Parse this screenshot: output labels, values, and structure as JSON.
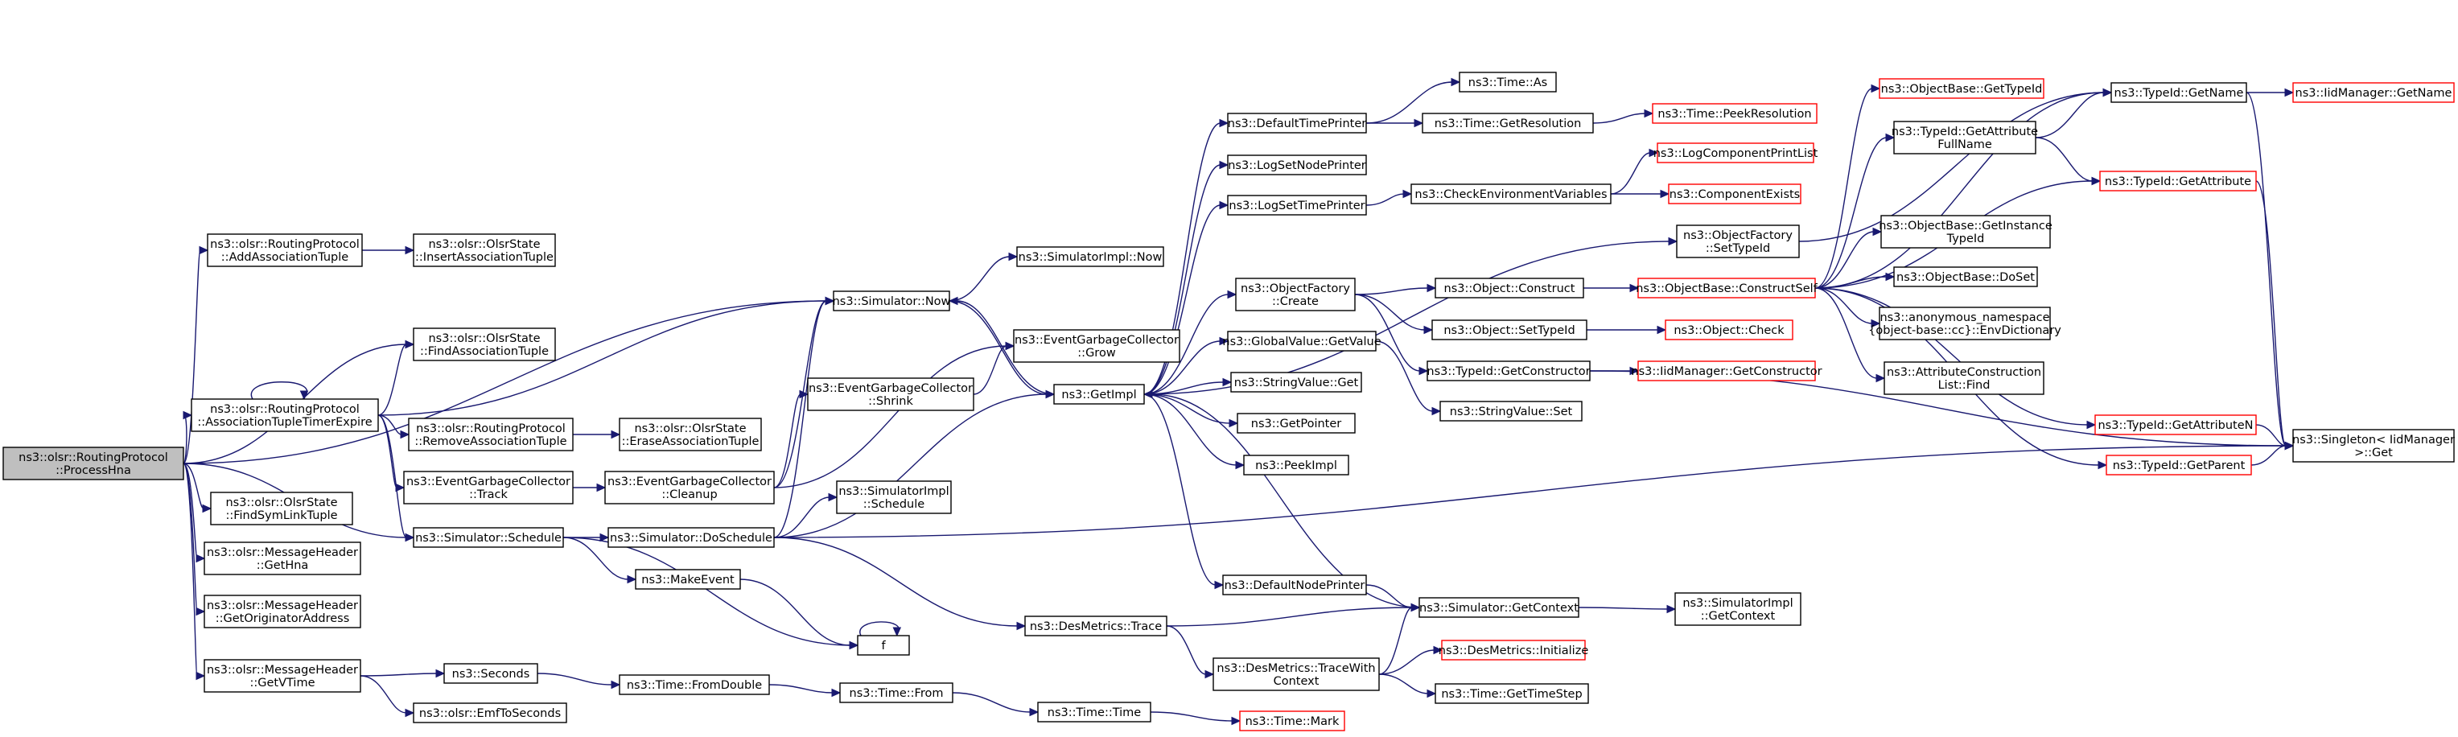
{
  "diagram": {
    "root_color": "#bfbfbf",
    "edge_color": "#191970",
    "truncated_border_color": "#ff0000",
    "nodes": [
      {
        "id": "processHna",
        "lines": [
          "ns3::olsr::RoutingProtocol",
          "::ProcessHna"
        ],
        "root": true
      },
      {
        "id": "addAssoc",
        "lines": [
          "ns3::olsr::RoutingProtocol",
          "::AddAssociationTuple"
        ]
      },
      {
        "id": "insertAssoc",
        "lines": [
          "ns3::olsr::OlsrState",
          "::InsertAssociationTuple"
        ]
      },
      {
        "id": "findAssoc",
        "lines": [
          "ns3::olsr::OlsrState",
          "::FindAssociationTuple"
        ]
      },
      {
        "id": "assocTimer",
        "lines": [
          "ns3::olsr::RoutingProtocol",
          "::AssociationTupleTimerExpire"
        ]
      },
      {
        "id": "removeAssoc",
        "lines": [
          "ns3::olsr::RoutingProtocol",
          "::RemoveAssociationTuple"
        ]
      },
      {
        "id": "eraseAssoc",
        "lines": [
          "ns3::olsr::OlsrState",
          "::EraseAssociationTuple"
        ]
      },
      {
        "id": "egcTrack",
        "lines": [
          "ns3::EventGarbageCollector",
          "::Track"
        ]
      },
      {
        "id": "egcCleanup",
        "lines": [
          "ns3::EventGarbageCollector",
          "::Cleanup"
        ]
      },
      {
        "id": "findSymLink",
        "lines": [
          "ns3::olsr::OlsrState",
          "::FindSymLinkTuple"
        ]
      },
      {
        "id": "getHna",
        "lines": [
          "ns3::olsr::MessageHeader",
          "::GetHna"
        ]
      },
      {
        "id": "getOrig",
        "lines": [
          "ns3::olsr::MessageHeader",
          "::GetOriginatorAddress"
        ]
      },
      {
        "id": "getVTime",
        "lines": [
          "ns3::olsr::MessageHeader",
          "::GetVTime"
        ]
      },
      {
        "id": "seconds",
        "lines": [
          "ns3::Seconds"
        ]
      },
      {
        "id": "emf",
        "lines": [
          "ns3::olsr::EmfToSeconds"
        ]
      },
      {
        "id": "fromDouble",
        "lines": [
          "ns3::Time::FromDouble"
        ]
      },
      {
        "id": "timeFrom",
        "lines": [
          "ns3::Time::From"
        ]
      },
      {
        "id": "timeTime",
        "lines": [
          "ns3::Time::Time"
        ]
      },
      {
        "id": "timeMark",
        "lines": [
          "ns3::Time::Mark"
        ],
        "truncated": true
      },
      {
        "id": "simNow",
        "lines": [
          "ns3::Simulator::Now"
        ]
      },
      {
        "id": "simImplNow",
        "lines": [
          "ns3::SimulatorImpl::Now"
        ]
      },
      {
        "id": "simSchedule",
        "lines": [
          "ns3::Simulator::Schedule"
        ]
      },
      {
        "id": "simDoSchedule",
        "lines": [
          "ns3::Simulator::DoSchedule"
        ]
      },
      {
        "id": "simImplSchedule",
        "lines": [
          "ns3::SimulatorImpl",
          "::Schedule"
        ]
      },
      {
        "id": "makeEvent",
        "lines": [
          "ns3::MakeEvent"
        ]
      },
      {
        "id": "f",
        "lines": [
          "f"
        ]
      },
      {
        "id": "egcShrink",
        "lines": [
          "ns3::EventGarbageCollector",
          "::Shrink"
        ]
      },
      {
        "id": "egcGrow",
        "lines": [
          "ns3::EventGarbageCollector",
          "::Grow"
        ]
      },
      {
        "id": "getImpl",
        "lines": [
          "ns3::GetImpl"
        ]
      },
      {
        "id": "desTrace",
        "lines": [
          "ns3::DesMetrics::Trace"
        ]
      },
      {
        "id": "desTraceWith",
        "lines": [
          "ns3::DesMetrics::TraceWith",
          "Context"
        ]
      },
      {
        "id": "desInit",
        "lines": [
          "ns3::DesMetrics::Initialize"
        ],
        "truncated": true
      },
      {
        "id": "getTimeStep",
        "lines": [
          "ns3::Time::GetTimeStep"
        ]
      },
      {
        "id": "defNodePrinter",
        "lines": [
          "ns3::DefaultNodePrinter"
        ]
      },
      {
        "id": "simGetCtx",
        "lines": [
          "ns3::Simulator::GetContext"
        ]
      },
      {
        "id": "simImplGetCtx",
        "lines": [
          "ns3::SimulatorImpl",
          "::GetContext"
        ]
      },
      {
        "id": "defTimePrinter",
        "lines": [
          "ns3::DefaultTimePrinter"
        ]
      },
      {
        "id": "timeAs",
        "lines": [
          "ns3::Time::As"
        ]
      },
      {
        "id": "timeGetRes",
        "lines": [
          "ns3::Time::GetResolution"
        ]
      },
      {
        "id": "peekRes",
        "lines": [
          "ns3::Time::PeekResolution"
        ],
        "truncated": true
      },
      {
        "id": "logSetNode",
        "lines": [
          "ns3::LogSetNodePrinter"
        ]
      },
      {
        "id": "logSetTime",
        "lines": [
          "ns3::LogSetTimePrinter"
        ]
      },
      {
        "id": "checkEnv",
        "lines": [
          "ns3::CheckEnvironmentVariables"
        ]
      },
      {
        "id": "logCompPrint",
        "lines": [
          "ns3::LogComponentPrintList"
        ],
        "truncated": true
      },
      {
        "id": "compExists",
        "lines": [
          "ns3::ComponentExists"
        ],
        "truncated": true
      },
      {
        "id": "ofSetTypeId",
        "lines": [
          "ns3::ObjectFactory",
          "::SetTypeId"
        ]
      },
      {
        "id": "ofCreate",
        "lines": [
          "ns3::ObjectFactory",
          "::Create"
        ]
      },
      {
        "id": "objConstruct",
        "lines": [
          "ns3::Object::Construct"
        ]
      },
      {
        "id": "objSetTypeId",
        "lines": [
          "ns3::Object::SetTypeId"
        ]
      },
      {
        "id": "objCheck",
        "lines": [
          "ns3::Object::Check"
        ],
        "truncated": true
      },
      {
        "id": "obConstructSelf",
        "lines": [
          "ns3::ObjectBase::ConstructSelf"
        ],
        "truncated": true
      },
      {
        "id": "tidGetCtor",
        "lines": [
          "ns3::TypeId::GetConstructor"
        ]
      },
      {
        "id": "iidGetCtor",
        "lines": [
          "ns3::IidManager::GetConstructor"
        ],
        "truncated": true
      },
      {
        "id": "gvGetValue",
        "lines": [
          "ns3::GlobalValue::GetValue"
        ]
      },
      {
        "id": "svGet",
        "lines": [
          "ns3::StringValue::Get"
        ]
      },
      {
        "id": "svSet",
        "lines": [
          "ns3::StringValue::Set"
        ]
      },
      {
        "id": "getPointer",
        "lines": [
          "ns3::GetPointer"
        ]
      },
      {
        "id": "peekImpl",
        "lines": [
          "ns3::PeekImpl"
        ]
      },
      {
        "id": "obGetTypeId",
        "lines": [
          "ns3::ObjectBase::GetTypeId"
        ],
        "truncated": true
      },
      {
        "id": "tidGetAttrFull",
        "lines": [
          "ns3::TypeId::GetAttribute",
          "FullName"
        ]
      },
      {
        "id": "tidGetName",
        "lines": [
          "ns3::TypeId::GetName"
        ]
      },
      {
        "id": "iidGetName",
        "lines": [
          "ns3::IidManager::GetName"
        ],
        "truncated": true
      },
      {
        "id": "tidGetAttr",
        "lines": [
          "ns3::TypeId::GetAttribute"
        ],
        "truncated": true
      },
      {
        "id": "obGetInstTid",
        "lines": [
          "ns3::ObjectBase::GetInstance",
          "TypeId"
        ]
      },
      {
        "id": "obDoSet",
        "lines": [
          "ns3::ObjectBase::DoSet"
        ]
      },
      {
        "id": "envDict",
        "lines": [
          "ns3::anonymous_namespace",
          "{object-base::cc}::EnvDictionary"
        ]
      },
      {
        "id": "acListFind",
        "lines": [
          "ns3::AttributeConstruction",
          "List::Find"
        ]
      },
      {
        "id": "tidGetAttrN",
        "lines": [
          "ns3::TypeId::GetAttributeN"
        ],
        "truncated": true
      },
      {
        "id": "tidGetParent",
        "lines": [
          "ns3::TypeId::GetParent"
        ],
        "truncated": true
      },
      {
        "id": "singletonGet",
        "lines": [
          "ns3::Singleton< IidManager",
          ">::Get"
        ]
      }
    ],
    "edges": [
      [
        "processHna",
        "addAssoc"
      ],
      [
        "processHna",
        "simNow"
      ],
      [
        "processHna",
        "findAssoc"
      ],
      [
        "processHna",
        "assocTimer"
      ],
      [
        "processHna",
        "simSchedule"
      ],
      [
        "processHna",
        "findSymLink"
      ],
      [
        "processHna",
        "getHna"
      ],
      [
        "processHna",
        "getOrig"
      ],
      [
        "processHna",
        "getVTime"
      ],
      [
        "addAssoc",
        "insertAssoc"
      ],
      [
        "assocTimer",
        "assocTimer"
      ],
      [
        "assocTimer",
        "findAssoc"
      ],
      [
        "assocTimer",
        "simNow"
      ],
      [
        "assocTimer",
        "removeAssoc"
      ],
      [
        "assocTimer",
        "egcTrack"
      ],
      [
        "assocTimer",
        "simSchedule"
      ],
      [
        "removeAssoc",
        "eraseAssoc"
      ],
      [
        "egcTrack",
        "egcCleanup"
      ],
      [
        "egcCleanup",
        "simNow"
      ],
      [
        "egcCleanup",
        "egcShrink"
      ],
      [
        "egcCleanup",
        "egcGrow"
      ],
      [
        "egcShrink",
        "egcGrow"
      ],
      [
        "simSchedule",
        "simDoSchedule"
      ],
      [
        "simSchedule",
        "makeEvent"
      ],
      [
        "simSchedule",
        "f"
      ],
      [
        "makeEvent",
        "f"
      ],
      [
        "f",
        "f"
      ],
      [
        "simDoSchedule",
        "simNow"
      ],
      [
        "simDoSchedule",
        "simImplSchedule"
      ],
      [
        "simDoSchedule",
        "getImpl"
      ],
      [
        "simDoSchedule",
        "desTrace"
      ],
      [
        "simDoSchedule",
        "singletonGet"
      ],
      [
        "getVTime",
        "seconds"
      ],
      [
        "getVTime",
        "emf"
      ],
      [
        "seconds",
        "fromDouble"
      ],
      [
        "fromDouble",
        "timeFrom"
      ],
      [
        "timeFrom",
        "timeTime"
      ],
      [
        "timeTime",
        "timeMark"
      ],
      [
        "simNow",
        "simImplNow"
      ],
      [
        "simNow",
        "getImpl"
      ],
      [
        "getImpl",
        "defTimePrinter"
      ],
      [
        "getImpl",
        "logSetNode"
      ],
      [
        "getImpl",
        "logSetTime"
      ],
      [
        "getImpl",
        "ofSetTypeId"
      ],
      [
        "getImpl",
        "ofCreate"
      ],
      [
        "getImpl",
        "gvGetValue"
      ],
      [
        "getImpl",
        "svGet"
      ],
      [
        "getImpl",
        "getPointer"
      ],
      [
        "getImpl",
        "peekImpl"
      ],
      [
        "getImpl",
        "defNodePrinter"
      ],
      [
        "getImpl",
        "simNow"
      ],
      [
        "defNodePrinter",
        "simGetCtx"
      ],
      [
        "simGetCtx",
        "simImplGetCtx"
      ],
      [
        "simGetCtx",
        "getImpl"
      ],
      [
        "desTrace",
        "simGetCtx"
      ],
      [
        "desTrace",
        "desTraceWith"
      ],
      [
        "desTraceWith",
        "simGetCtx"
      ],
      [
        "desTraceWith",
        "desInit"
      ],
      [
        "desTraceWith",
        "getTimeStep"
      ],
      [
        "defTimePrinter",
        "timeAs"
      ],
      [
        "defTimePrinter",
        "timeGetRes"
      ],
      [
        "timeGetRes",
        "peekRes"
      ],
      [
        "logSetTime",
        "checkEnv"
      ],
      [
        "checkEnv",
        "logCompPrint"
      ],
      [
        "checkEnv",
        "compExists"
      ],
      [
        "ofSetTypeId",
        "tidGetName"
      ],
      [
        "ofCreate",
        "objConstruct"
      ],
      [
        "ofCreate",
        "objSetTypeId"
      ],
      [
        "ofCreate",
        "tidGetCtor"
      ],
      [
        "objConstruct",
        "obConstructSelf"
      ],
      [
        "objSetTypeId",
        "objCheck"
      ],
      [
        "tidGetCtor",
        "iidGetCtor"
      ],
      [
        "tidGetCtor",
        "singletonGet"
      ],
      [
        "gvGetValue",
        "svSet"
      ],
      [
        "obConstructSelf",
        "obGetTypeId"
      ],
      [
        "obConstructSelf",
        "tidGetAttrFull"
      ],
      [
        "obConstructSelf",
        "tidGetName"
      ],
      [
        "obConstructSelf",
        "tidGetAttr"
      ],
      [
        "obConstructSelf",
        "obGetInstTid"
      ],
      [
        "obConstructSelf",
        "obDoSet"
      ],
      [
        "obConstructSelf",
        "envDict"
      ],
      [
        "obConstructSelf",
        "acListFind"
      ],
      [
        "obConstructSelf",
        "tidGetAttrN"
      ],
      [
        "obConstructSelf",
        "tidGetParent"
      ],
      [
        "tidGetAttrFull",
        "tidGetName"
      ],
      [
        "tidGetAttrFull",
        "tidGetAttr"
      ],
      [
        "tidGetName",
        "iidGetName"
      ],
      [
        "tidGetName",
        "singletonGet"
      ],
      [
        "tidGetAttr",
        "singletonGet"
      ],
      [
        "tidGetAttrN",
        "singletonGet"
      ],
      [
        "tidGetParent",
        "singletonGet"
      ]
    ]
  }
}
